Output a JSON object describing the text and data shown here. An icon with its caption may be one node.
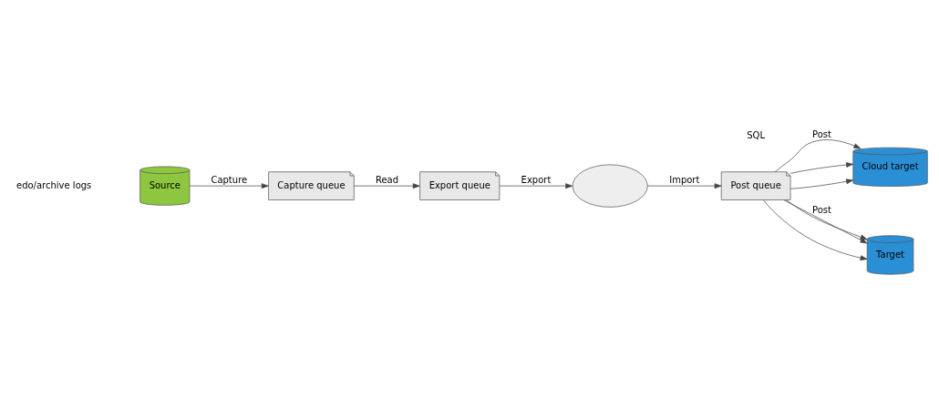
{
  "diagram": {
    "nodes": [
      {
        "text": [
          "Source"
        ]
      },
      {
        "text": [
          "Capture queue"
        ]
      },
      {
        "text": [
          "Export queue"
        ]
      },
      {
        "text": [],
        "shape": "cloud"
      },
      {
        "text": [
          "Post queue"
        ]
      },
      {
        "text": [
          "Cloud target"
        ]
      },
      {
        "text": [
          "Target"
        ]
      }
    ],
    "edges": [
      {
        "from": 0,
        "to": 1,
        "arrow": "to",
        "label": "Capture"
      },
      {
        "from": 1,
        "to": 2,
        "arrow": "to",
        "label": "Read"
      },
      {
        "from": 2,
        "to": 3,
        "arrow": "to",
        "label": "Export"
      },
      {
        "from": 3,
        "to": 4,
        "arrow": "to",
        "label": "Import"
      },
      {
        "from": 4,
        "to": 5,
        "arrow": "to",
        "label": "Post"
      },
      {
        "from": 4,
        "to": 5,
        "arrow": "to"
      },
      {
        "from": 4,
        "to": 5,
        "arrow": "to"
      },
      {
        "from": 4,
        "to": 6,
        "arrow": "to",
        "label": "Post"
      },
      {
        "from": 4,
        "to": 6,
        "arrow": "to"
      },
      {
        "from": 4,
        "to": 6,
        "arrow": "to"
      }
    ],
    "labels": [
      "edo/archive logs",
      "SQL"
    ]
  }
}
